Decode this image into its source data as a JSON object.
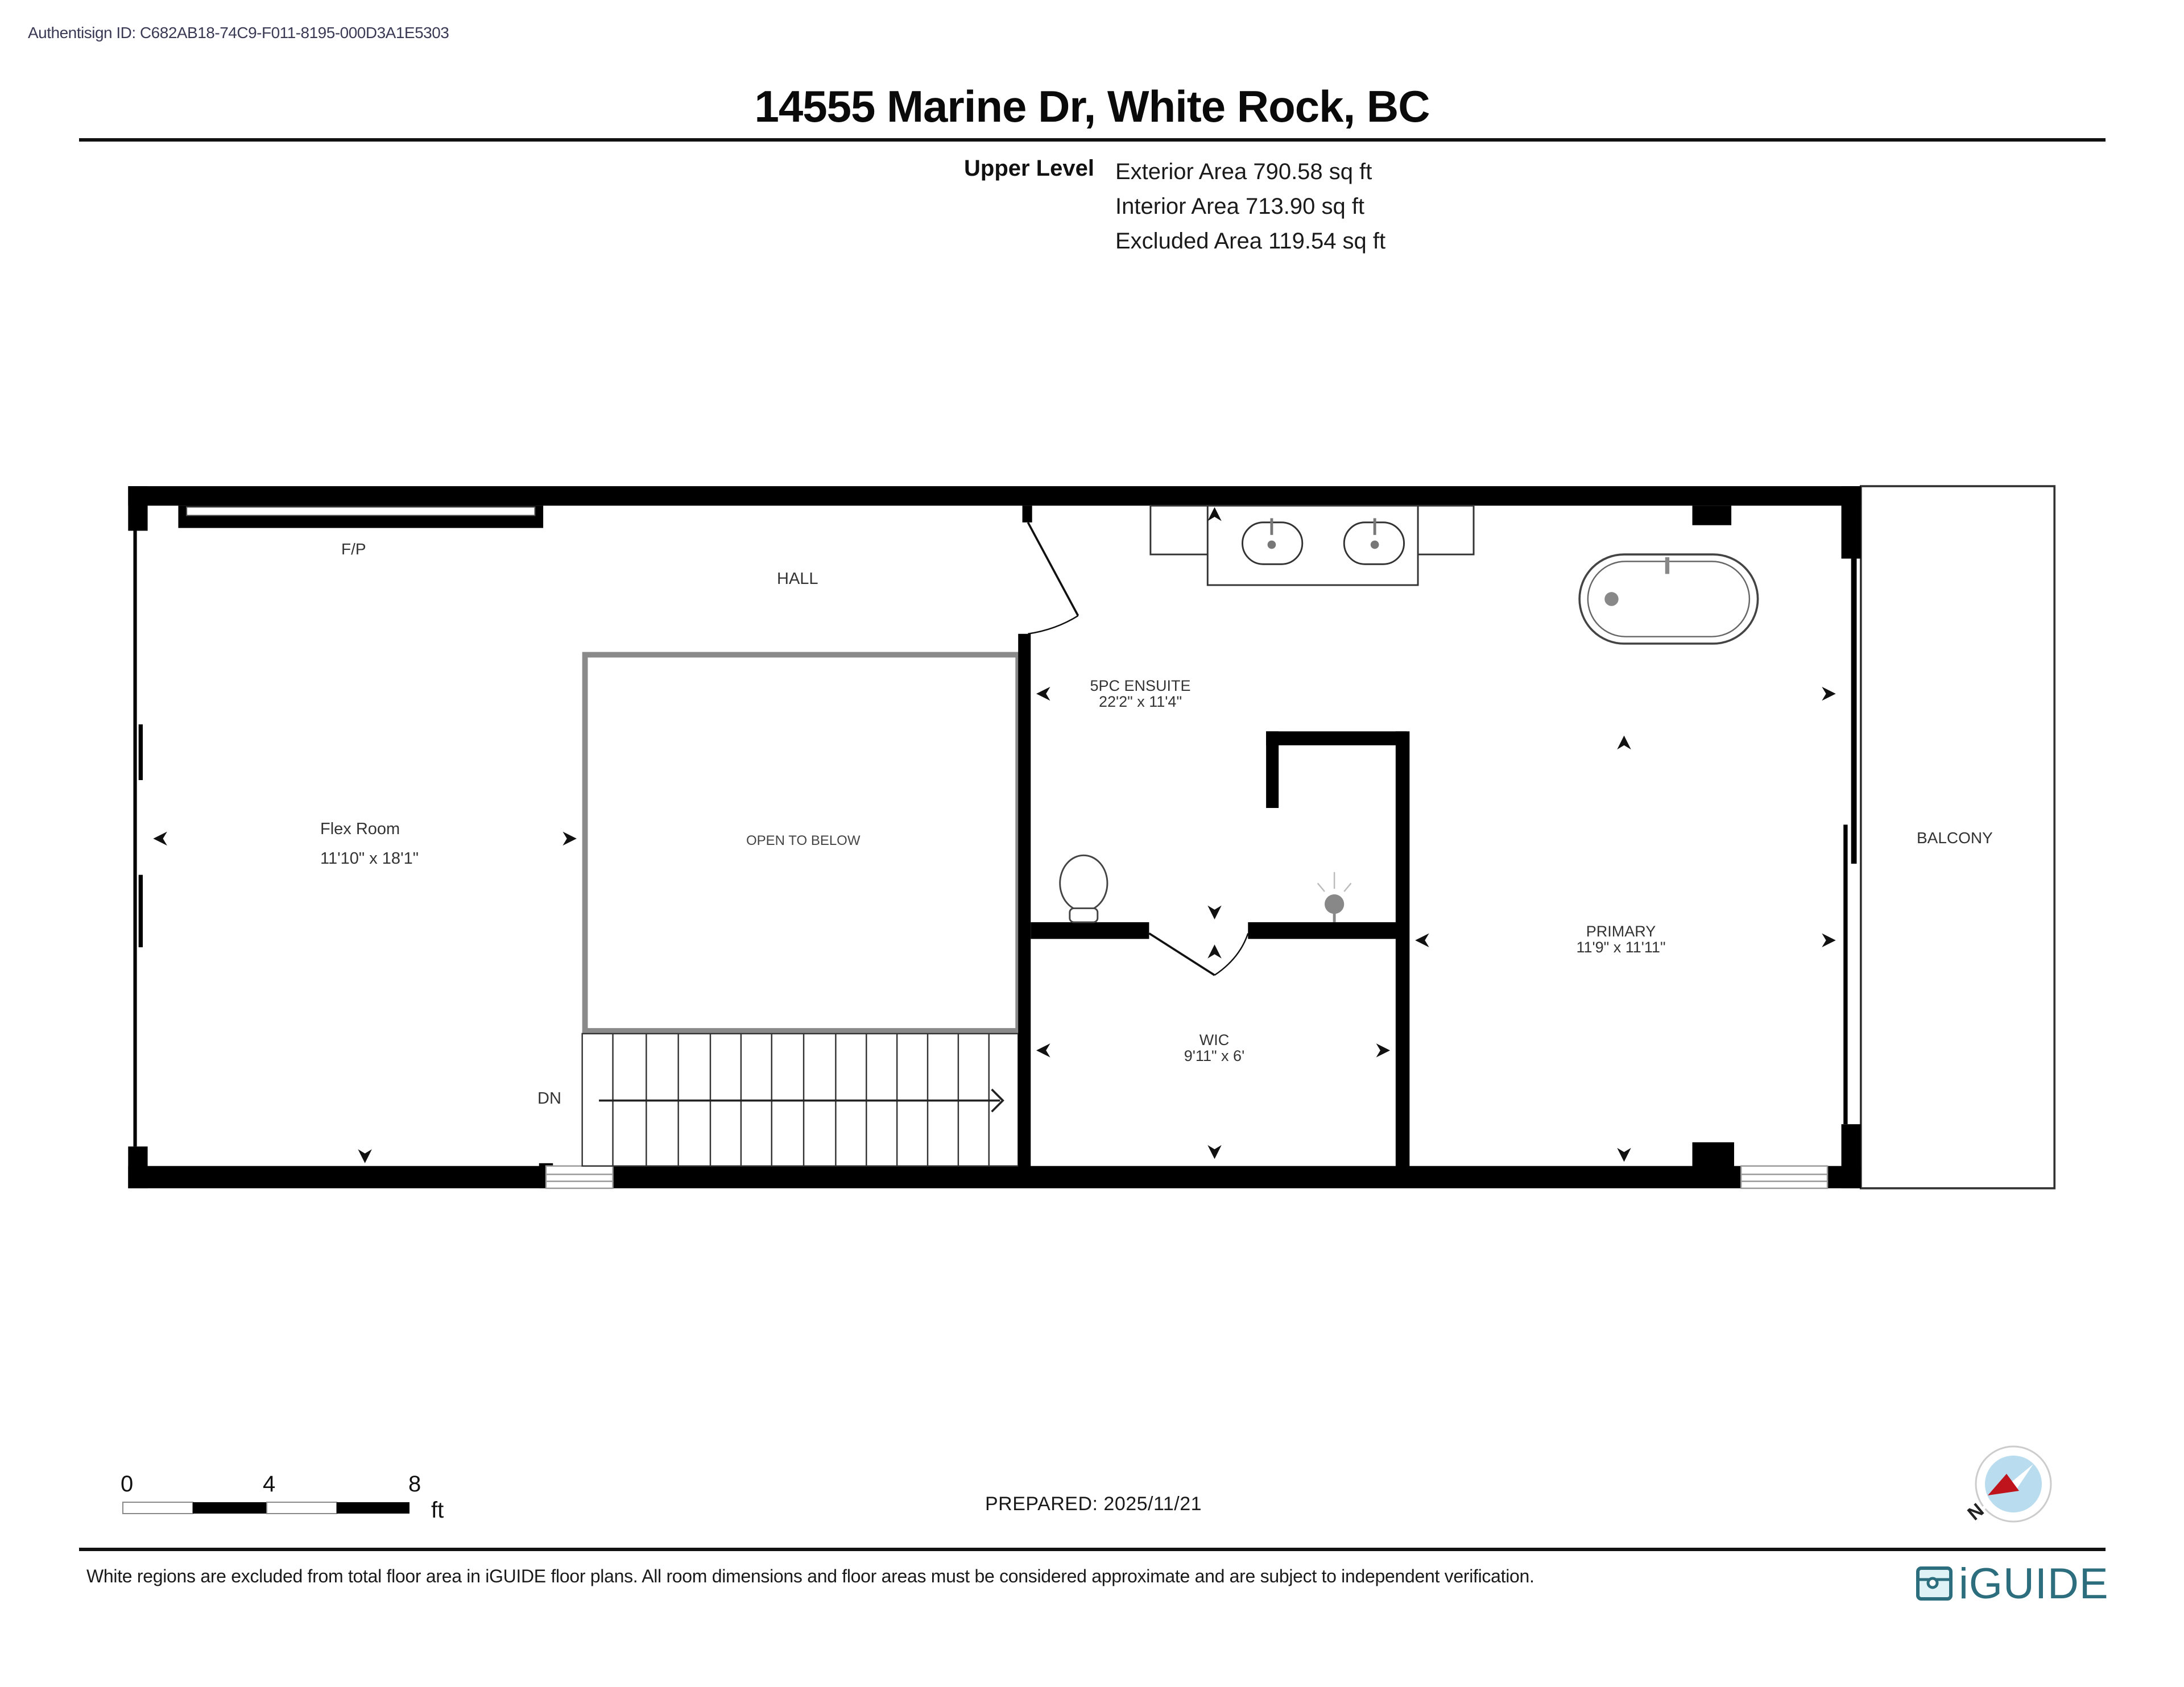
{
  "header": {
    "authentisign_id": "Authentisign ID: C682AB18-74C9-F011-8195-000D3A1E5303",
    "title": "14555 Marine Dr, White Rock, BC"
  },
  "level_summary": {
    "level": "Upper Level",
    "exterior_area": "Exterior Area 790.58 sq ft",
    "interior_area": "Interior Area 713.90 sq ft",
    "excluded_area": "Excluded Area 119.54 sq ft"
  },
  "rooms": {
    "fp": {
      "label": "F/P"
    },
    "hall": {
      "label": "HALL"
    },
    "flex_room": {
      "label": "Flex Room",
      "dimensions": "11'10\" x 18'1\""
    },
    "open_to_below": {
      "label": "OPEN TO BELOW"
    },
    "stairs": {
      "label": "DN"
    },
    "ensuite": {
      "label": "5PC ENSUITE",
      "dimensions": "22'2\" x 11'4\""
    },
    "wic": {
      "label": "WIC",
      "dimensions": "9'11\" x 6'"
    },
    "primary": {
      "label": "PRIMARY",
      "dimensions": "11'9\" x 11'11\""
    },
    "balcony": {
      "label": "BALCONY"
    }
  },
  "scale_bar": {
    "ticks": [
      "0",
      "4",
      "8"
    ],
    "unit": "ft"
  },
  "footer": {
    "prepared": "PREPARED: 2025/11/21",
    "disclaimer": "White regions are excluded from total floor area in iGUIDE floor plans. All room dimensions and floor areas must be considered approximate and are subject to independent verification.",
    "brand": "iGUIDE"
  },
  "compass": {
    "north_label": "N"
  },
  "colors": {
    "wall": "#000000",
    "railing": "#8a8a8a",
    "brand": "#2c6e7e",
    "compass_fill": "#b9dcef",
    "compass_needle": "#c0141c"
  }
}
